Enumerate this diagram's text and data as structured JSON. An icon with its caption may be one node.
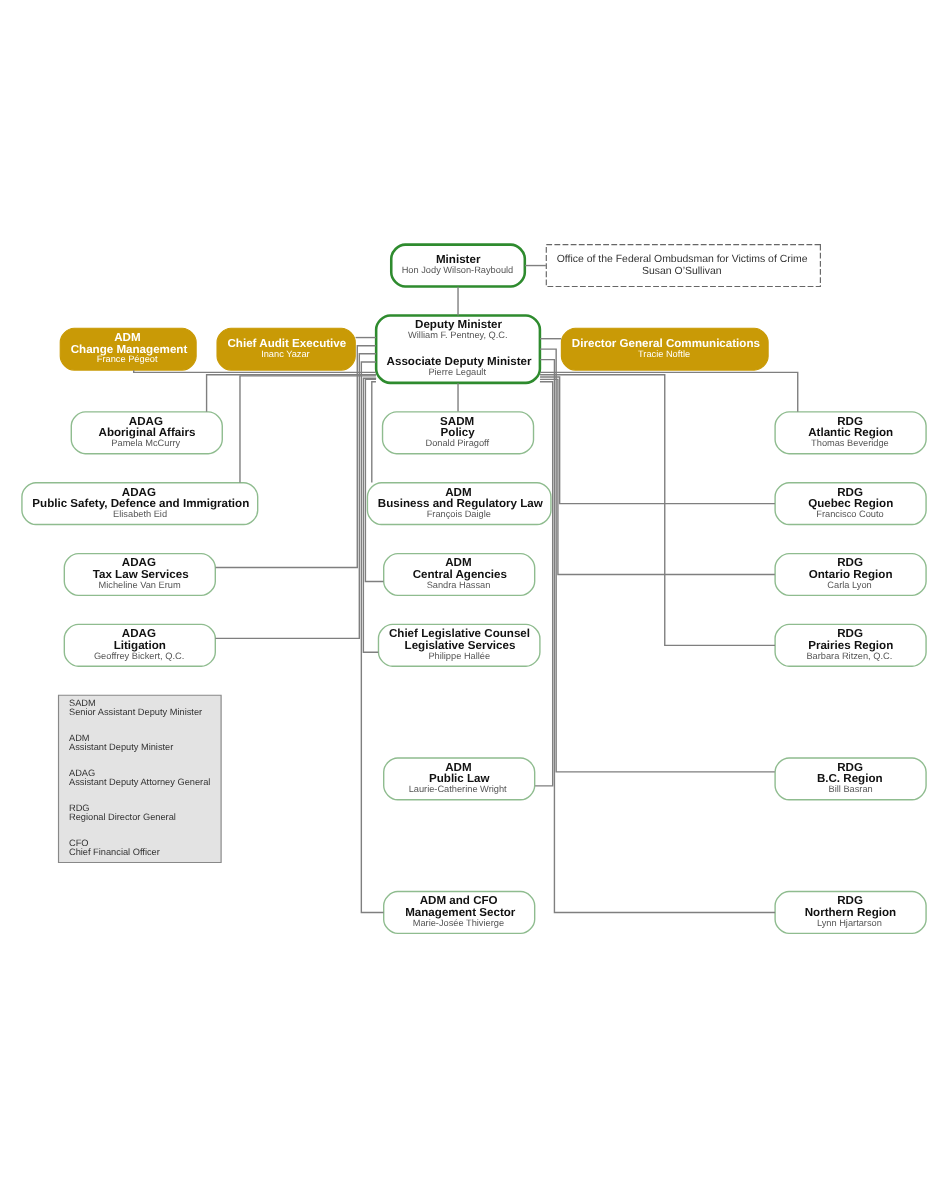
{
  "diagram": {
    "nodes": [
      {
        "text": [
          "Minister",
          "Hon Jody Wilson-Raybould"
        ]
      },
      {
        "text": [
          "Office of the Federal Ombudsman for Victims of Crime",
          "Susan O’Sullivan"
        ]
      },
      {
        "text": [
          "ADM",
          "Change Management",
          "France Pégeot"
        ]
      },
      {
        "text": [
          "Chief Audit Executive",
          "Inanc Yazar"
        ]
      },
      {
        "text": [
          "Deputy Minister",
          "William F. Pentney, Q.C.",
          "Associate Deputy Minister",
          "Pierre Legault"
        ]
      },
      {
        "text": [
          "Director General Communications",
          "Tracie Noftle"
        ]
      },
      {
        "text": [
          "ADAG",
          "Aboriginal Affairs",
          "Pamela McCurry"
        ]
      },
      {
        "text": [
          "ADAG",
          "Public Safety, Defence and Immigration",
          "Elisabeth Eid"
        ]
      },
      {
        "text": [
          "ADAG",
          "Tax Law Services",
          "Micheline Van Erum"
        ]
      },
      {
        "text": [
          "ADAG",
          "Litigation",
          "Geoffrey Bickert, Q.C."
        ]
      },
      {
        "text": [
          "SADM",
          "Policy",
          "Donald Piragoff"
        ]
      },
      {
        "text": [
          "ADM",
          "Business and Regulatory Law",
          "François Daigle"
        ]
      },
      {
        "text": [
          "ADM",
          "Central Agencies",
          "Sandra Hassan"
        ]
      },
      {
        "text": [
          "Chief Legislative Counsel",
          "Legislative Services",
          "Philippe Hallée"
        ]
      },
      {
        "text": [
          "ADM",
          "Public Law",
          "Laurie-Catherine Wright"
        ]
      },
      {
        "text": [
          "ADM and CFO",
          "Management Sector",
          "Marie-Josée Thivierge"
        ]
      },
      {
        "text": [
          "RDG",
          "Atlantic Region",
          "Thomas Beveridge"
        ]
      },
      {
        "text": [
          "RDG",
          "Quebec Region",
          "Francisco Couto"
        ]
      },
      {
        "text": [
          "RDG",
          "Ontario Region",
          "Carla Lyon"
        ]
      },
      {
        "text": [
          "RDG",
          "Prairies Region",
          "Barbara Ritzen, Q.C."
        ]
      },
      {
        "text": [
          "RDG",
          "B.C. Region",
          "Bill Basran"
        ]
      },
      {
        "text": [
          "RDG",
          "Northern Region",
          "Lynn Hjartarson"
        ]
      },
      {
        "text": [
          "SADM",
          "Senior Assistant Deputy Minister",
          "ADM",
          "Assistant Deputy Minister",
          "ADAG",
          "Assistant Deputy Attorney General",
          "RDG",
          "Regional Director General",
          "CFO",
          "Chief Financial Officer"
        ]
      }
    ],
    "edges": [
      {
        "from": 0,
        "to": 1,
        "arrow": "none"
      },
      {
        "from": 0,
        "to": 4,
        "arrow": "none"
      },
      {
        "from": 2,
        "to": 4,
        "arrow": "none"
      },
      {
        "from": 3,
        "to": 4,
        "arrow": "none"
      },
      {
        "from": 4,
        "to": 5,
        "arrow": "none"
      },
      {
        "from": 4,
        "to": 6,
        "arrow": "none"
      },
      {
        "from": 4,
        "to": 7,
        "arrow": "none"
      },
      {
        "from": 4,
        "to": 8,
        "arrow": "none"
      },
      {
        "from": 4,
        "to": 9,
        "arrow": "none"
      },
      {
        "from": 4,
        "to": 10,
        "arrow": "none"
      },
      {
        "from": 4,
        "to": 11,
        "arrow": "none"
      },
      {
        "from": 4,
        "to": 12,
        "arrow": "none"
      },
      {
        "from": 4,
        "to": 13,
        "arrow": "none"
      },
      {
        "from": 4,
        "to": 14,
        "arrow": "none"
      },
      {
        "from": 4,
        "to": 15,
        "arrow": "none"
      },
      {
        "from": 4,
        "to": 16,
        "arrow": "none"
      },
      {
        "from": 4,
        "to": 17,
        "arrow": "none"
      },
      {
        "from": 4,
        "to": 18,
        "arrow": "none"
      },
      {
        "from": 4,
        "to": 19,
        "arrow": "none"
      },
      {
        "from": 4,
        "to": 20,
        "arrow": "none"
      },
      {
        "from": 4,
        "to": 21,
        "arrow": "none"
      }
    ]
  }
}
